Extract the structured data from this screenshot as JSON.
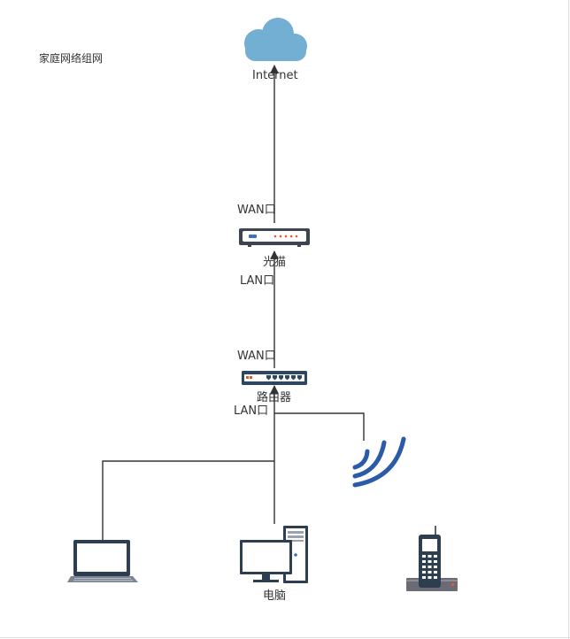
{
  "diagram": {
    "title": "家庭网络组网",
    "nodes": {
      "internet": {
        "label": "Internet",
        "icon": "cloud-icon",
        "color": "#73aed3"
      },
      "modem": {
        "label": "光猫",
        "icon": "optical-modem-icon",
        "top_port": "WAN口",
        "bottom_port": "LAN口"
      },
      "router": {
        "label": "路由器",
        "icon": "router-icon",
        "top_port": "WAN口",
        "bottom_port": "LAN口"
      },
      "laptop": {
        "icon": "laptop-icon"
      },
      "computer": {
        "label": "电脑",
        "icon": "desktop-computer-icon"
      },
      "wifi": {
        "icon": "wifi-signal-icon",
        "color": "#2a5aa8"
      },
      "phone": {
        "icon": "cordless-phone-icon"
      }
    },
    "colors": {
      "line": "#333333",
      "device_dark": "#3d4452",
      "device_blue": "#2d4663"
    }
  }
}
